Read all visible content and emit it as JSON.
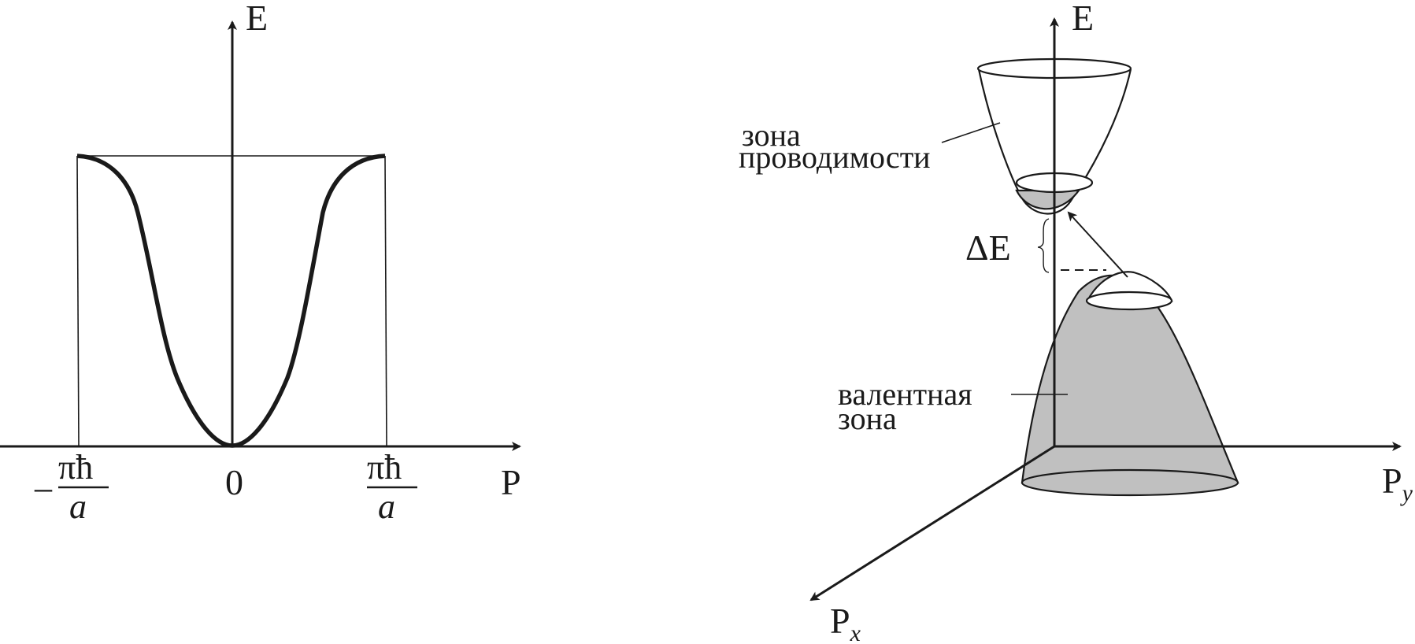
{
  "colors": {
    "ink": "#1a1a1a",
    "fill_gray": "#c0c0c0"
  },
  "left_diagram": {
    "energy_axis_label": "E",
    "momentum_axis_label": "P",
    "origin_label": "0",
    "left_tick": {
      "sign": "–",
      "numerator": "πħ",
      "denominator": "a"
    },
    "right_tick": {
      "numerator": "πħ",
      "denominator": "a"
    }
  },
  "right_diagram": {
    "energy_axis_label": "E",
    "py_axis_label": "P",
    "py_subscript": "y",
    "px_axis_label": "P",
    "px_subscript": "x",
    "gap_label": "ΔE",
    "conduction_band_label_line1": "зона",
    "conduction_band_label_line2": "проводимости",
    "valence_band_label_line1": "валентная",
    "valence_band_label_line2": "зона"
  }
}
